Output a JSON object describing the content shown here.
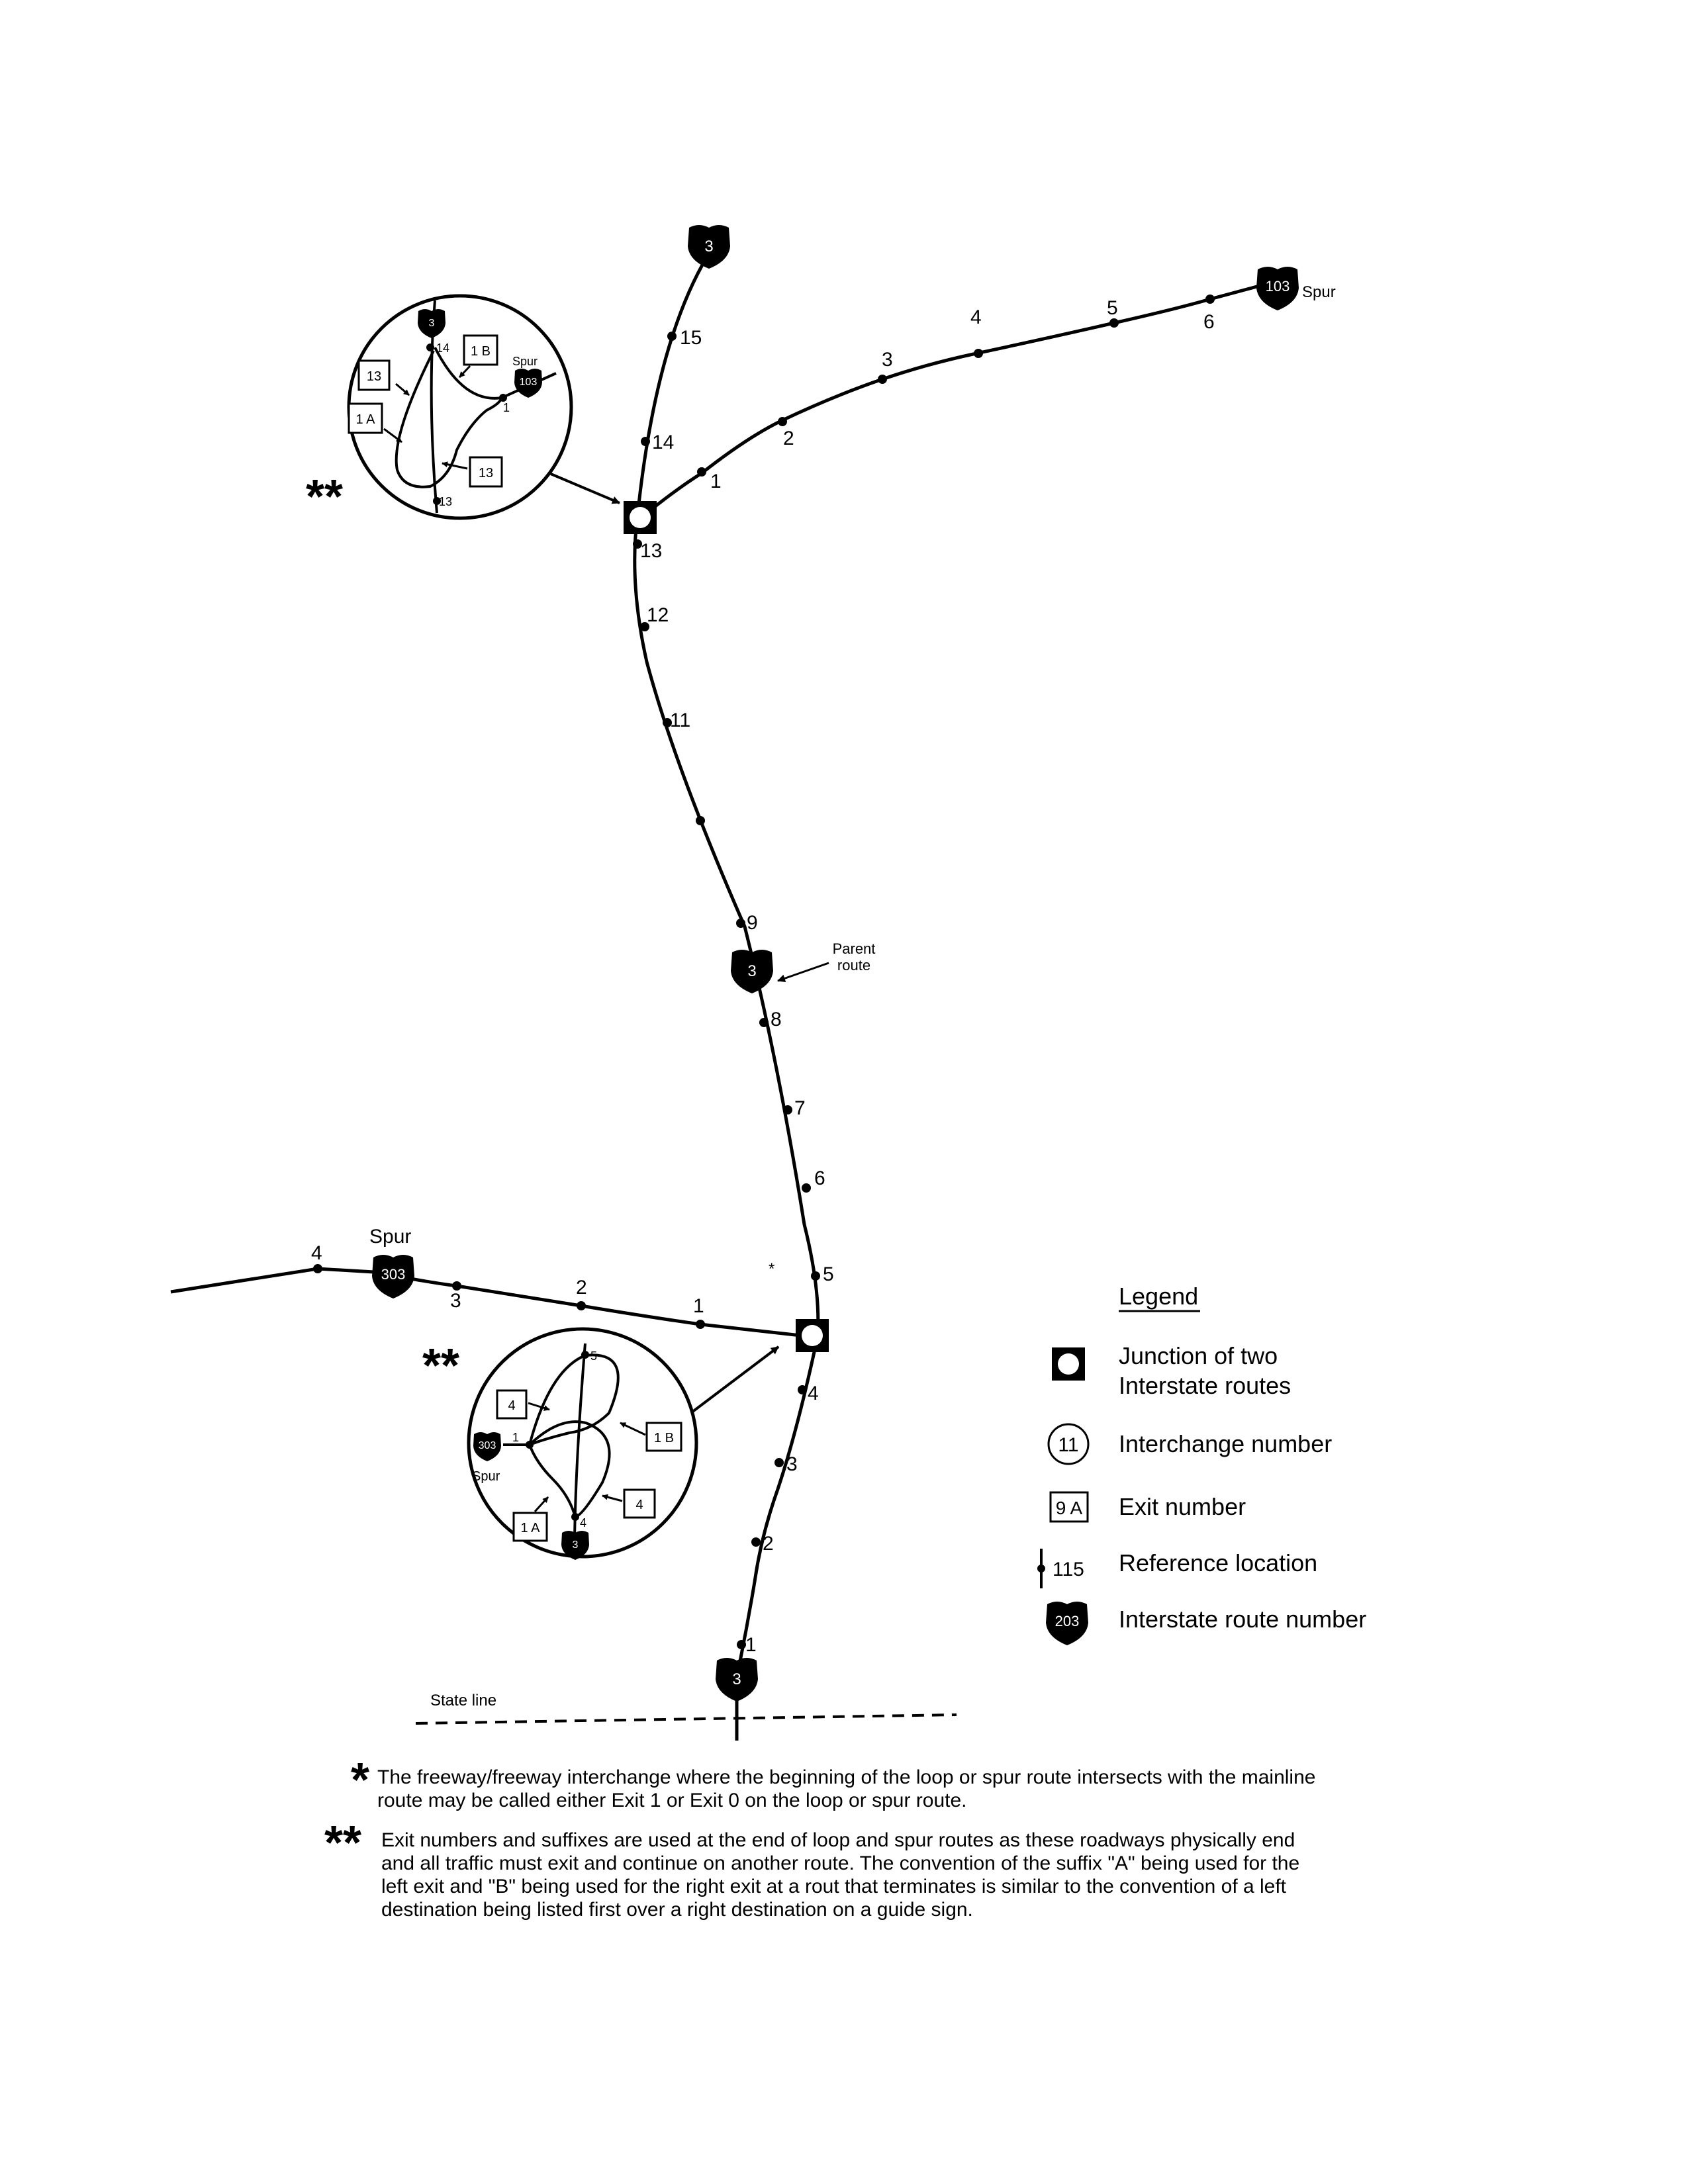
{
  "route_labels": {
    "parent_route": "3",
    "upper_spur": "103",
    "lower_spur": "303",
    "spur_word": "Spur",
    "parent_caption_line1": "Parent",
    "parent_caption_line2": "route",
    "state_line": "State line",
    "junction_star": "*",
    "double_star": "**"
  },
  "mainline_south_numbers": [
    "1",
    "2",
    "3",
    "4"
  ],
  "mainline_north_numbers": [
    "5",
    "6",
    "7",
    "8",
    "9",
    "11",
    "12",
    "13",
    "14",
    "15"
  ],
  "upper_spur_numbers": [
    "1",
    "2",
    "3",
    "4",
    "5",
    "6"
  ],
  "lower_spur_numbers": [
    "1",
    "2",
    "3",
    "4"
  ],
  "upper_inset": {
    "exit_13_a": "13",
    "exit_1b": "1 B",
    "exit_1a": "1 A",
    "exit_13_b": "13",
    "ref_14": "14",
    "ref_13": "13",
    "ref_1": "1",
    "spur_word": "Spur",
    "shield_spur": "103",
    "shield_main": "3"
  },
  "lower_inset": {
    "exit_4_a": "4",
    "exit_1b": "1 B",
    "exit_1a": "1 A",
    "exit_4_b": "4",
    "ref_5": "5",
    "ref_4": "4",
    "ref_1": "1",
    "spur_word": "Spur",
    "shield_spur": "303",
    "shield_main": "3"
  },
  "legend": {
    "title": "Legend",
    "junction_line1": "Junction of two",
    "junction_line2": "Interstate routes",
    "interchange_sample": "11",
    "interchange_label": "Interchange number",
    "exit_sample": "9 A",
    "exit_label": "Exit number",
    "reference_sample": "115",
    "reference_label": "Reference location",
    "shield_sample": "203",
    "shield_label": "Interstate route number"
  },
  "notes": {
    "star1": "*",
    "note1": "The freeway/freeway interchange where the beginning of the loop or spur route intersects with the mainline route may be called either Exit 1 or Exit 0 on the loop or spur route.",
    "star2": "**",
    "note2": "Exit numbers and suffixes are used at the end of loop and spur routes as these roadways physically end and all traffic must exit and continue on another route.  The convention of the suffix \"A\" being used for the left exit and \"B\" being used for the right exit at a rout that terminates is similar to the convention of a left destination being listed first over a right destination on a guide sign."
  }
}
